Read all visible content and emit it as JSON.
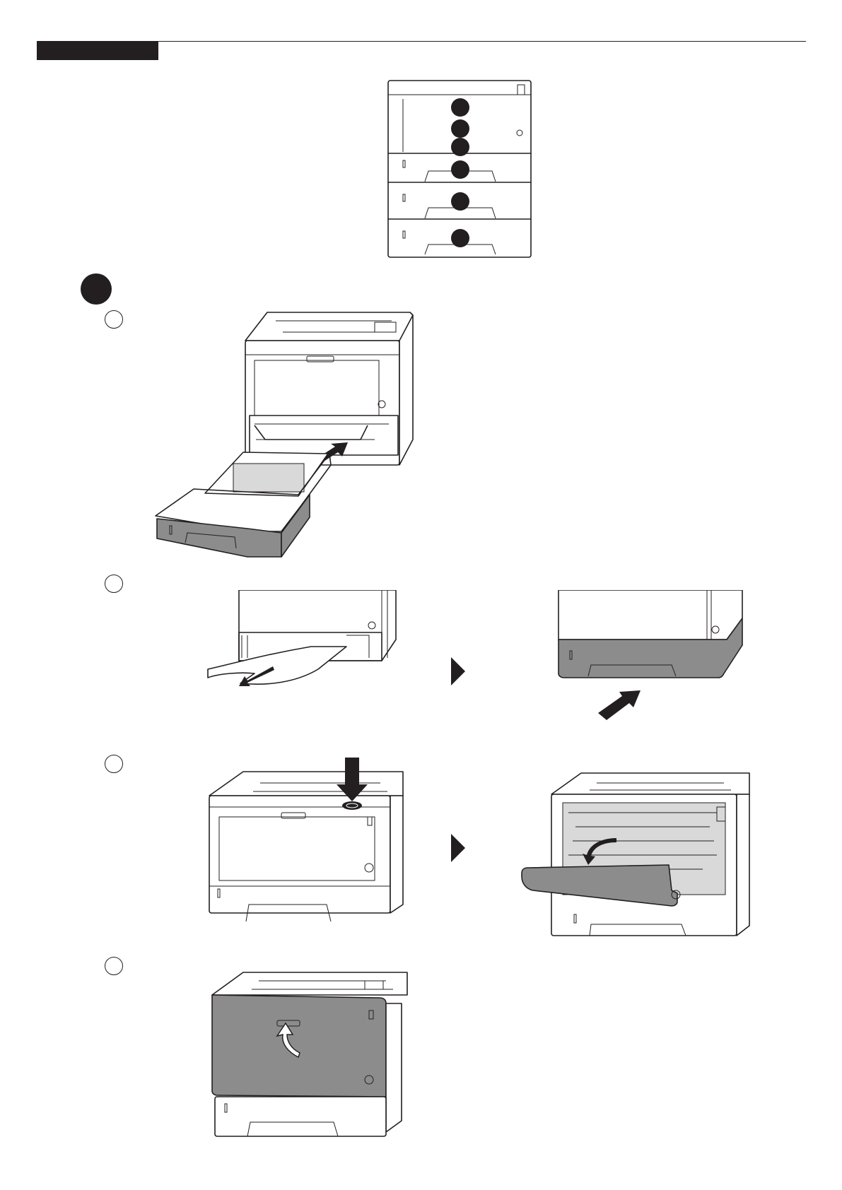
{
  "header": {
    "label": ""
  },
  "overview_diagram": {
    "jam_location_markers": 6
  },
  "section": {
    "marker": ""
  },
  "steps": [
    {
      "number": "",
      "figure": "remove-paper-cassette"
    },
    {
      "number": "",
      "figure": "pull-out-jammed-paper-and-reinsert-cassette"
    },
    {
      "number": "",
      "figure": "press-button-and-open-front-cover"
    },
    {
      "number": "",
      "figure": "close-front-cover"
    }
  ],
  "colors": {
    "ink": "#231f20",
    "highlight_gray": "#8c8c8c",
    "paper": "#ffffff"
  }
}
